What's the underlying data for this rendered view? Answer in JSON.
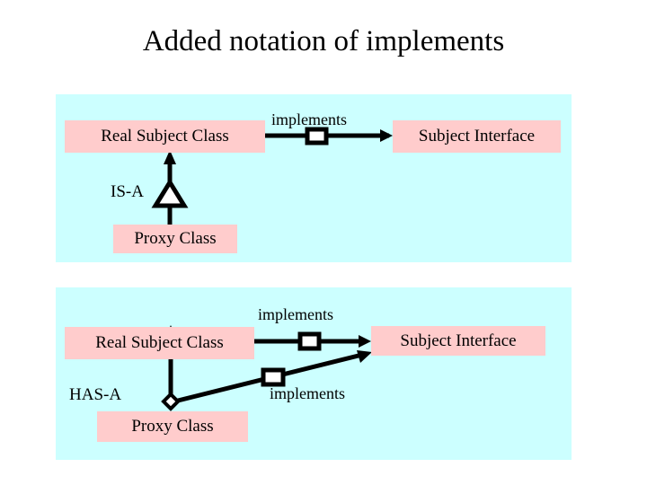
{
  "slide": {
    "title": "Added notation of implements",
    "background_color": "#ffffff",
    "panel_color": "#ccffff",
    "box_color": "#ffcccc",
    "line_color": "#000000"
  },
  "panel_one": {
    "name": "implements-with-is-a-diagram",
    "boxes": [
      {
        "id": "real-subject-class",
        "label": "Real Subject Class"
      },
      {
        "id": "subject-interface",
        "label": "Subject Interface"
      },
      {
        "id": "proxy-class",
        "label": "Proxy Class"
      }
    ],
    "labels": {
      "implements": "implements",
      "is_a": "IS-A"
    },
    "connectors": [
      {
        "id": "implements-connector",
        "from": "real-subject-class",
        "to": "subject-interface",
        "stereotype": "implements",
        "arrowhead": "solid-arrow",
        "node": "hollow-square"
      },
      {
        "id": "is-a-connector",
        "from": "proxy-class",
        "to": "real-subject-class",
        "stereotype": "IS-A",
        "arrowhead": "solid-arrow",
        "node": "hollow-triangle"
      }
    ]
  },
  "panel_two": {
    "name": "implements-with-has-a-diagram",
    "boxes": [
      {
        "id": "real-subject-class",
        "label": "Real Subject Class"
      },
      {
        "id": "subject-interface",
        "label": "Subject Interface"
      },
      {
        "id": "proxy-class",
        "label": "Proxy Class"
      }
    ],
    "labels": {
      "implements_top": "implements",
      "implements_bottom": "implements",
      "has_a": "HAS-A"
    },
    "connectors": [
      {
        "id": "implements-connector-top",
        "from": "real-subject-class",
        "to": "subject-interface",
        "stereotype": "implements",
        "arrowhead": "solid-arrow",
        "node": "hollow-square"
      },
      {
        "id": "implements-connector-diagonal",
        "from": "proxy-class",
        "to": "subject-interface",
        "stereotype": "implements",
        "arrowhead": "solid-arrow",
        "node": "hollow-square"
      },
      {
        "id": "has-a-connector",
        "from": "proxy-class",
        "to": "real-subject-class",
        "stereotype": "HAS-A",
        "arrowhead": "solid-arrow",
        "node": "hollow-diamond"
      }
    ]
  }
}
